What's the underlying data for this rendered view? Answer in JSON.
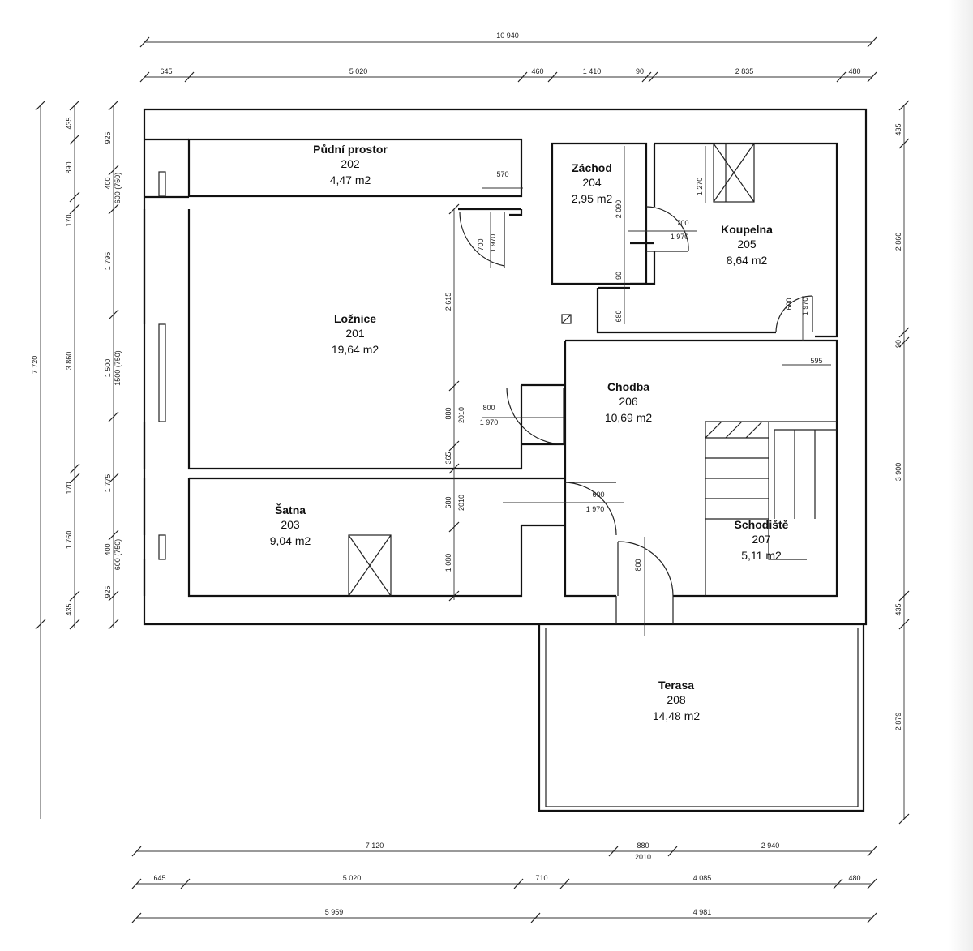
{
  "rooms": [
    {
      "name": "Půdní prostor",
      "number": "202",
      "area": "4,47 m2"
    },
    {
      "name": "Ložnice",
      "number": "201",
      "area": "19,64 m2"
    },
    {
      "name": "Šatna",
      "number": "203",
      "area": "9,04 m2"
    },
    {
      "name": "Záchod",
      "number": "204",
      "area": "2,95 m2"
    },
    {
      "name": "Koupelna",
      "number": "205",
      "area": "8,64 m2"
    },
    {
      "name": "Chodba",
      "number": "206",
      "area": "10,69 m2"
    },
    {
      "name": "Schodiště",
      "number": "207",
      "area": "5,11 m2"
    },
    {
      "name": "Terasa",
      "number": "208",
      "area": "14,48 m2"
    }
  ],
  "dims_top": {
    "total": "10 940",
    "segments": [
      "645",
      "5 020",
      "460",
      "1 410",
      "90",
      "2 835",
      "480"
    ]
  },
  "dims_bottom": {
    "row1": [
      "7 120",
      "880",
      "2010",
      "2 940"
    ],
    "row2": [
      "645",
      "5 020",
      "710",
      "4 085",
      "480"
    ],
    "row3": [
      "5 959",
      "4 981"
    ]
  },
  "dims_left": {
    "outer": "7 720",
    "mid": [
      "435",
      "890",
      "170",
      "3 860",
      "170",
      "1 760",
      "435"
    ],
    "inner": [
      "925",
      "400",
      "600 (750)",
      "1 795",
      "1 500",
      "1500 (750)",
      "1 775",
      "400",
      "600 (750)",
      "925"
    ]
  },
  "dims_right": [
    "435",
    "2 860",
    "90",
    "3 900",
    "435",
    "2 879"
  ],
  "dims_interior": {
    "d570": "570",
    "d700a": "700",
    "d1970a": "1 970",
    "d2615": "2 615",
    "d880": "880",
    "d2010a": "2010",
    "d365": "365",
    "d680": "680",
    "d2010b": "2010",
    "d1080": "1 080",
    "d800a": "800",
    "d1970b": "1 970",
    "d600a": "600",
    "d1970c": "1 970",
    "d800b": "800",
    "d1270": "1 270",
    "d2090": "2 090",
    "d700b": "700",
    "d1970d": "1 970",
    "d90": "90",
    "d680b": "680",
    "d600b": "600",
    "d1970e": "1 970",
    "d595": "595"
  }
}
